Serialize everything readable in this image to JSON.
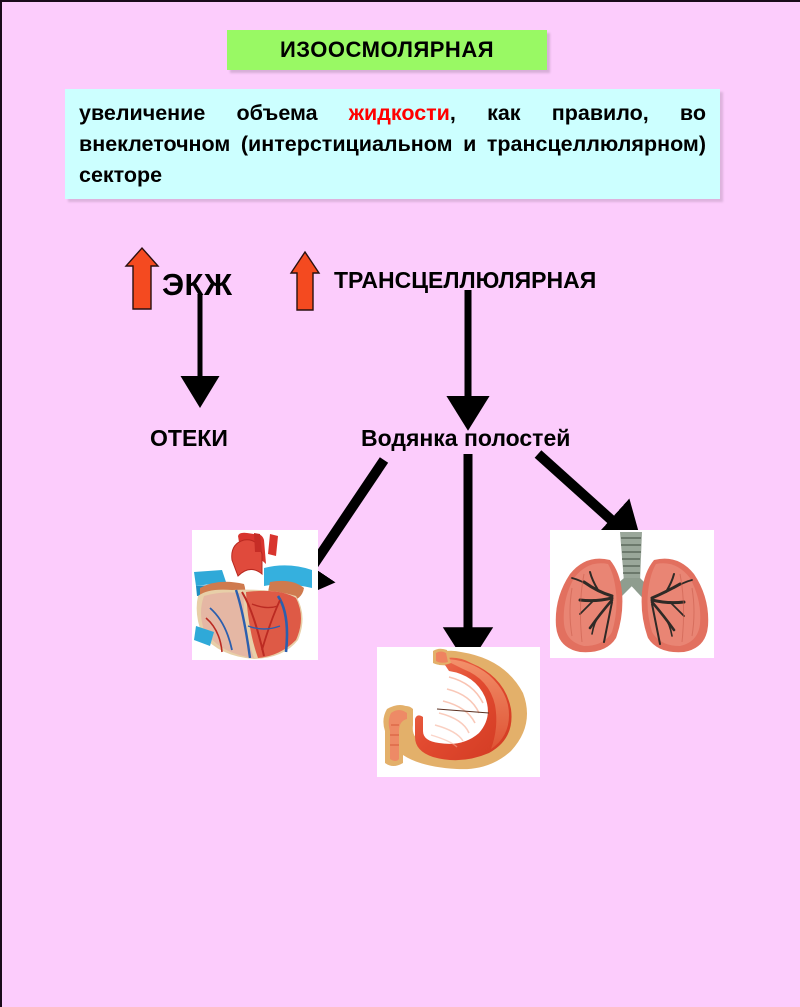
{
  "slide": {
    "background_color": "#fcccfc",
    "border_color": "#1a0a1a"
  },
  "title": {
    "text": "ИЗООСМОЛЯРНАЯ",
    "background_color": "#99f964",
    "text_color": "#000000"
  },
  "definition": {
    "background_color": "#ccffff",
    "text_before": "увеличение объема ",
    "highlight": "жидкости",
    "highlight_color": "#ff0000",
    "text_after": ", как правило, во внеклеточном (интерстициальном и транс­целлюлярном) секторе",
    "full_text": "увеличение объема жидкости, как правило, во внеклеточном (интерстициальном и трансцеллюлярном) секторе"
  },
  "flow": {
    "up_arrow_color": "#f44a20",
    "arrow_color": "#000000",
    "nodes": [
      {
        "id": "ekj",
        "label": "ЭКЖ"
      },
      {
        "id": "trans",
        "label": "ТРАНСЦЕЛЛЮЛЯРНАЯ"
      },
      {
        "id": "otek",
        "label": "ОТЕКИ"
      },
      {
        "id": "vodya",
        "label": "Водянка полостей"
      }
    ]
  },
  "organs": [
    {
      "id": "heart",
      "name": "heart-illustration"
    },
    {
      "id": "stomach",
      "name": "stomach-illustration"
    },
    {
      "id": "lungs",
      "name": "lungs-illustration"
    }
  ]
}
